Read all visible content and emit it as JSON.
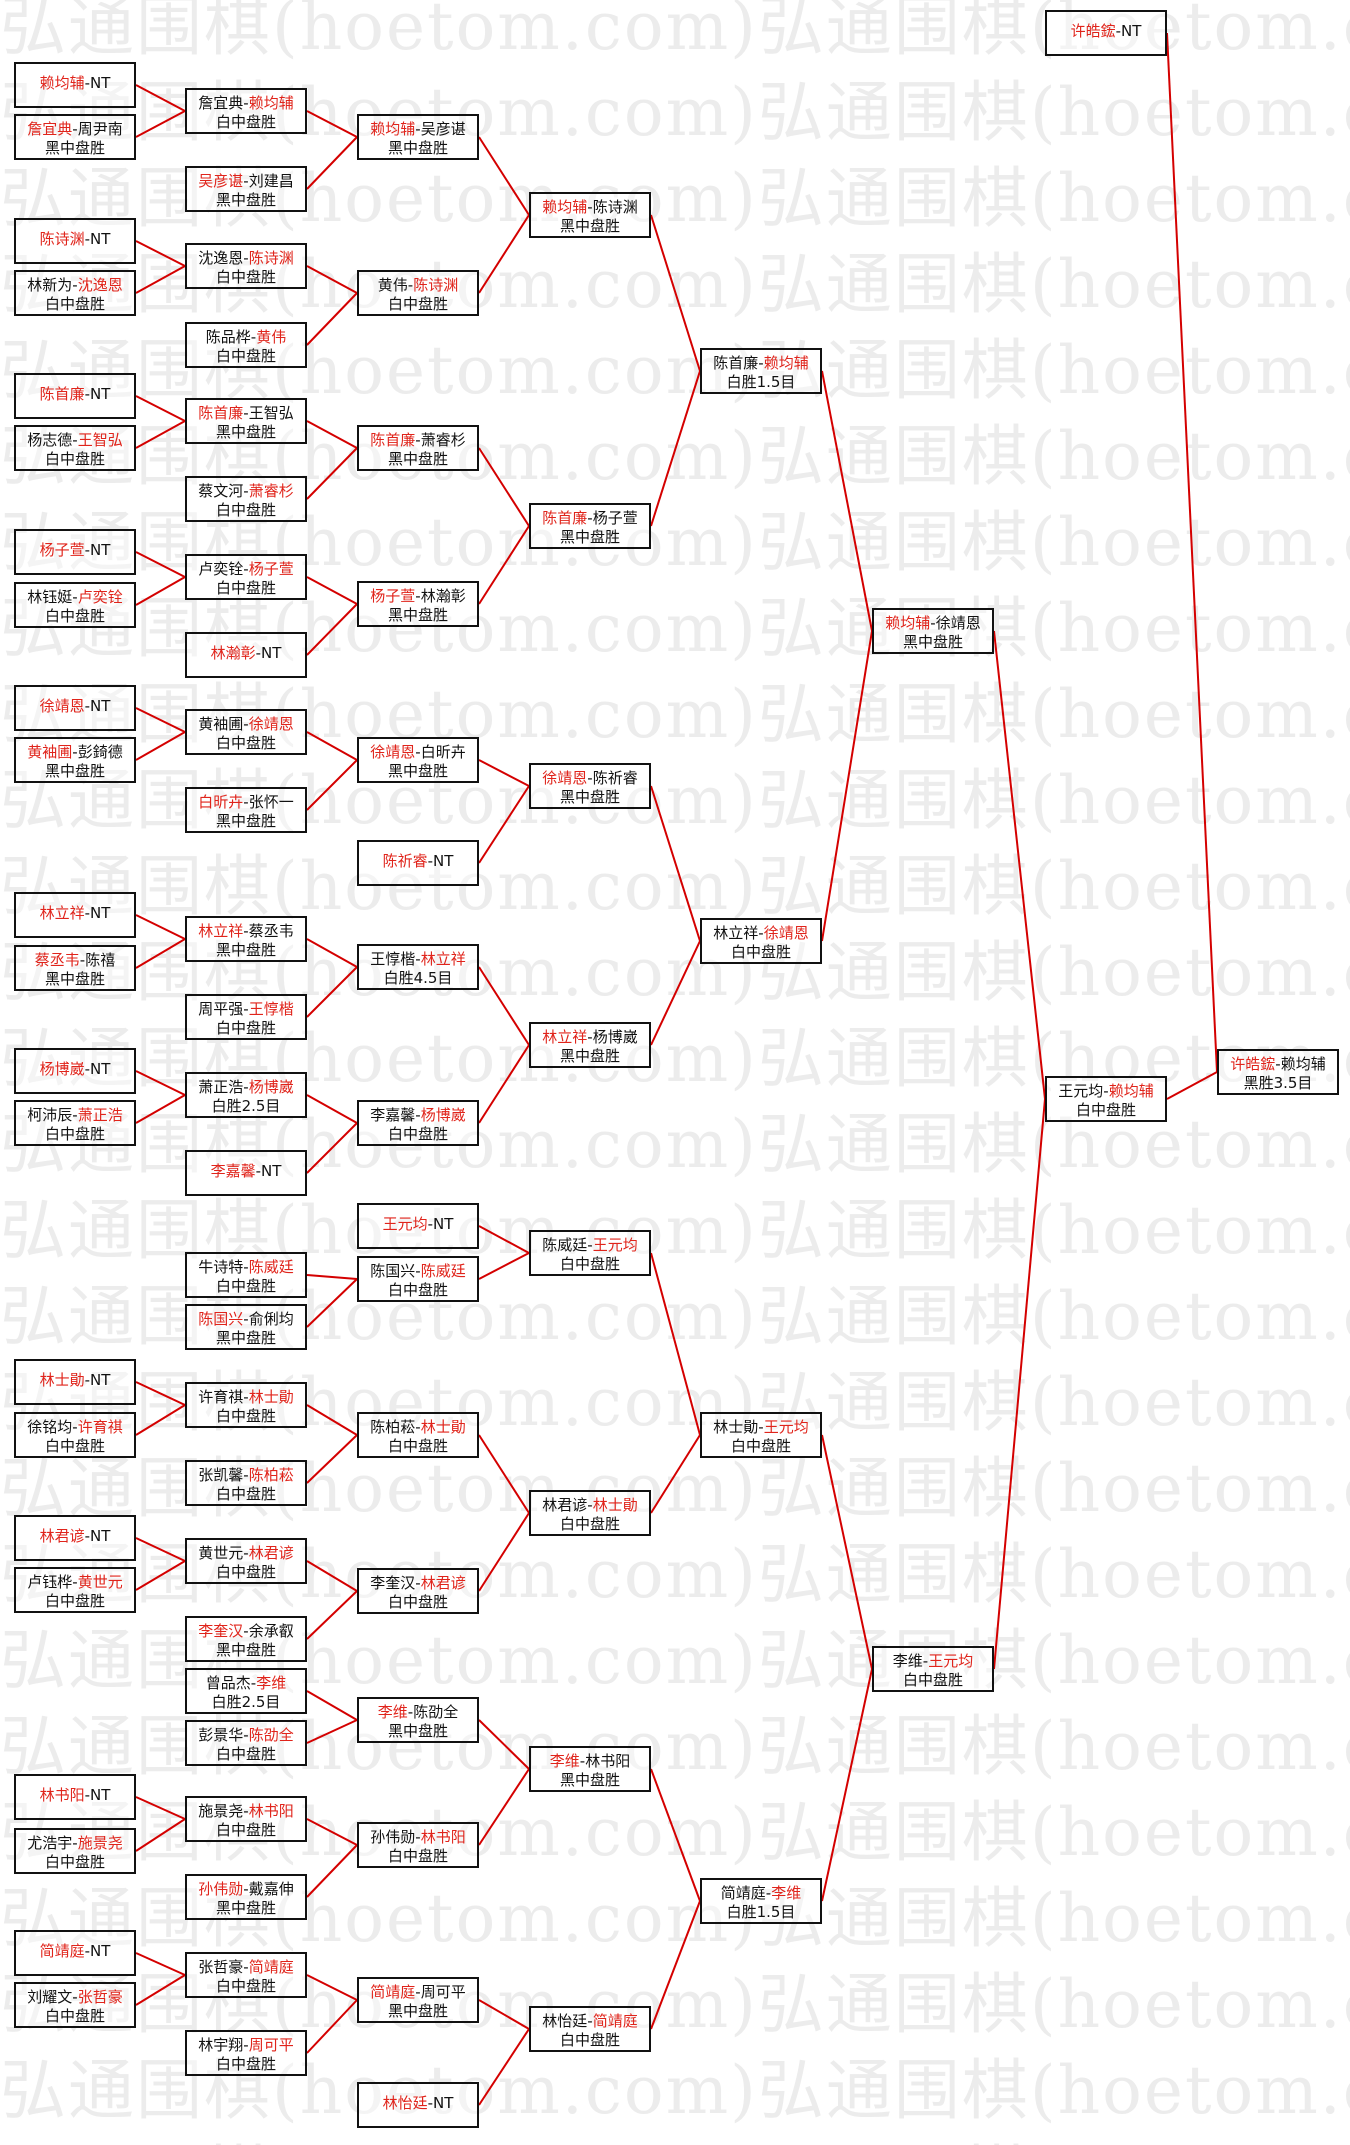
{
  "watermark": "弘通围棋(hoetom.com)弘通围棋(hoetom.com)弘",
  "colors": {
    "winner": "#e0241b",
    "connector": "#d40000",
    "border": "#111111"
  },
  "nodes": [
    {
      "id": "r1_01",
      "p1": "赖均辅",
      "p2": "NT",
      "winner": 1
    },
    {
      "id": "r1_02",
      "p1": "詹宜典",
      "p2": "周尹南",
      "winner": 1,
      "result": "黑中盘胜"
    },
    {
      "id": "r1_03",
      "p1": "陈诗渊",
      "p2": "NT",
      "winner": 1
    },
    {
      "id": "r1_04",
      "p1": "林新为",
      "p2": "沈逸恩",
      "winner": 2,
      "result": "白中盘胜"
    },
    {
      "id": "r1_05",
      "p1": "陈首廉",
      "p2": "NT",
      "winner": 1
    },
    {
      "id": "r1_06",
      "p1": "杨志德",
      "p2": "王智弘",
      "winner": 2,
      "result": "白中盘胜"
    },
    {
      "id": "r1_07",
      "p1": "杨子萱",
      "p2": "NT",
      "winner": 1
    },
    {
      "id": "r1_08",
      "p1": "林钰娗",
      "p2": "卢奕铨",
      "winner": 2,
      "result": "白中盘胜"
    },
    {
      "id": "r1_09",
      "p1": "徐靖恩",
      "p2": "NT",
      "winner": 1
    },
    {
      "id": "r1_10",
      "p1": "黄袖圃",
      "p2": "彭錡德",
      "winner": 1,
      "result": "黑中盘胜"
    },
    {
      "id": "r1_11",
      "p1": "林立祥",
      "p2": "NT",
      "winner": 1
    },
    {
      "id": "r1_12",
      "p1": "蔡丞韦",
      "p2": "陈禧",
      "winner": 1,
      "result": "黑中盘胜"
    },
    {
      "id": "r1_13",
      "p1": "杨博崴",
      "p2": "NT",
      "winner": 1
    },
    {
      "id": "r1_14",
      "p1": "柯沛辰",
      "p2": "萧正浩",
      "winner": 2,
      "result": "白中盘胜"
    },
    {
      "id": "r1_15",
      "p1": "林士勛",
      "p2": "NT",
      "winner": 1
    },
    {
      "id": "r1_16",
      "p1": "徐铭均",
      "p2": "许育祺",
      "winner": 2,
      "result": "白中盘胜"
    },
    {
      "id": "r1_17",
      "p1": "林君谚",
      "p2": "NT",
      "winner": 1
    },
    {
      "id": "r1_18",
      "p1": "卢钰桦",
      "p2": "黄世元",
      "winner": 2,
      "result": "白中盘胜"
    },
    {
      "id": "r1_19",
      "p1": "林书阳",
      "p2": "NT",
      "winner": 1
    },
    {
      "id": "r1_20",
      "p1": "尤浩宇",
      "p2": "施景尧",
      "winner": 2,
      "result": "白中盘胜"
    },
    {
      "id": "r1_21",
      "p1": "简靖庭",
      "p2": "NT",
      "winner": 1
    },
    {
      "id": "r1_22",
      "p1": "刘耀文",
      "p2": "张哲豪",
      "winner": 2,
      "result": "白中盘胜"
    },
    {
      "id": "r2_01",
      "p1": "詹宜典",
      "p2": "赖均辅",
      "winner": 2,
      "result": "白中盘胜"
    },
    {
      "id": "r2_02",
      "p1": "吴彦谌",
      "p2": "刘建昌",
      "winner": 1,
      "result": "黑中盘胜"
    },
    {
      "id": "r2_03",
      "p1": "沈逸恩",
      "p2": "陈诗渊",
      "winner": 2,
      "result": "白中盘胜"
    },
    {
      "id": "r2_04",
      "p1": "陈品桦",
      "p2": "黄伟",
      "winner": 2,
      "result": "白中盘胜"
    },
    {
      "id": "r2_05",
      "p1": "陈首廉",
      "p2": "王智弘",
      "winner": 1,
      "result": "黑中盘胜"
    },
    {
      "id": "r2_06",
      "p1": "蔡文河",
      "p2": "萧睿杉",
      "winner": 2,
      "result": "白中盘胜"
    },
    {
      "id": "r2_07",
      "p1": "卢奕铨",
      "p2": "杨子萱",
      "winner": 2,
      "result": "白中盘胜"
    },
    {
      "id": "r2_08",
      "p1": "林瀚彰",
      "p2": "NT",
      "winner": 1
    },
    {
      "id": "r2_09",
      "p1": "黄袖圃",
      "p2": "徐靖恩",
      "winner": 2,
      "result": "白中盘胜"
    },
    {
      "id": "r2_10",
      "p1": "白昕卉",
      "p2": "张怀一",
      "winner": 1,
      "result": "黑中盘胜"
    },
    {
      "id": "r2_11",
      "p1": "林立祥",
      "p2": "蔡丞韦",
      "winner": 1,
      "result": "黑中盘胜"
    },
    {
      "id": "r2_12",
      "p1": "周平强",
      "p2": "王惇楷",
      "winner": 2,
      "result": "白中盘胜"
    },
    {
      "id": "r2_13",
      "p1": "萧正浩",
      "p2": "杨博崴",
      "winner": 2,
      "result": "白胜2.5目"
    },
    {
      "id": "r2_14",
      "p1": "李嘉馨",
      "p2": "NT",
      "winner": 1
    },
    {
      "id": "r2_15",
      "p1": "牛诗特",
      "p2": "陈威廷",
      "winner": 2,
      "result": "白中盘胜"
    },
    {
      "id": "r2_16",
      "p1": "陈国兴",
      "p2": "俞俐均",
      "winner": 1,
      "result": "黑中盘胜"
    },
    {
      "id": "r2_17",
      "p1": "许育祺",
      "p2": "林士勛",
      "winner": 2,
      "result": "白中盘胜"
    },
    {
      "id": "r2_18",
      "p1": "张凯馨",
      "p2": "陈柏菘",
      "winner": 2,
      "result": "白中盘胜"
    },
    {
      "id": "r2_19",
      "p1": "黄世元",
      "p2": "林君谚",
      "winner": 2,
      "result": "白中盘胜"
    },
    {
      "id": "r2_20",
      "p1": "李奎汉",
      "p2": "余承叡",
      "winner": 1,
      "result": "黑中盘胜"
    },
    {
      "id": "r2_21",
      "p1": "曾品杰",
      "p2": "李维",
      "winner": 2,
      "result": "白胜2.5目"
    },
    {
      "id": "r2_22",
      "p1": "彭景华",
      "p2": "陈劭全",
      "winner": 2,
      "result": "白中盘胜"
    },
    {
      "id": "r2_23",
      "p1": "施景尧",
      "p2": "林书阳",
      "winner": 2,
      "result": "白中盘胜"
    },
    {
      "id": "r2_24",
      "p1": "孙伟勋",
      "p2": "戴嘉伸",
      "winner": 1,
      "result": "黑中盘胜"
    },
    {
      "id": "r2_25",
      "p1": "张哲豪",
      "p2": "简靖庭",
      "winner": 2,
      "result": "白中盘胜"
    },
    {
      "id": "r2_26",
      "p1": "林宇翔",
      "p2": "周可平",
      "winner": 2,
      "result": "白中盘胜"
    },
    {
      "id": "r3_01",
      "p1": "赖均辅",
      "p2": "吴彦谌",
      "winner": 1,
      "result": "黑中盘胜"
    },
    {
      "id": "r3_02",
      "p1": "黄伟",
      "p2": "陈诗渊",
      "winner": 2,
      "result": "白中盘胜"
    },
    {
      "id": "r3_03",
      "p1": "陈首廉",
      "p2": "萧睿杉",
      "winner": 1,
      "result": "黑中盘胜"
    },
    {
      "id": "r3_04",
      "p1": "杨子萱",
      "p2": "林瀚彰",
      "winner": 1,
      "result": "黑中盘胜"
    },
    {
      "id": "r3_05",
      "p1": "徐靖恩",
      "p2": "白昕卉",
      "winner": 1,
      "result": "黑中盘胜"
    },
    {
      "id": "r3_06",
      "p1": "陈祈睿",
      "p2": "NT",
      "winner": 1
    },
    {
      "id": "r3_07",
      "p1": "王惇楷",
      "p2": "林立祥",
      "winner": 2,
      "result": "白胜4.5目"
    },
    {
      "id": "r3_08",
      "p1": "李嘉馨",
      "p2": "杨博崴",
      "winner": 2,
      "result": "白中盘胜"
    },
    {
      "id": "r3_09",
      "p1": "王元均",
      "p2": "NT",
      "winner": 1
    },
    {
      "id": "r3_10",
      "p1": "陈国兴",
      "p2": "陈威廷",
      "winner": 2,
      "result": "白中盘胜"
    },
    {
      "id": "r3_11",
      "p1": "陈柏菘",
      "p2": "林士勛",
      "winner": 2,
      "result": "白中盘胜"
    },
    {
      "id": "r3_12",
      "p1": "李奎汉",
      "p2": "林君谚",
      "winner": 2,
      "result": "白中盘胜"
    },
    {
      "id": "r3_13",
      "p1": "李维",
      "p2": "陈劭全",
      "winner": 1,
      "result": "黑中盘胜"
    },
    {
      "id": "r3_14",
      "p1": "孙伟勋",
      "p2": "林书阳",
      "winner": 2,
      "result": "白中盘胜"
    },
    {
      "id": "r3_15",
      "p1": "简靖庭",
      "p2": "周可平",
      "winner": 1,
      "result": "黑中盘胜"
    },
    {
      "id": "r3_16",
      "p1": "林怡廷",
      "p2": "NT",
      "winner": 1
    },
    {
      "id": "r4_01",
      "p1": "赖均辅",
      "p2": "陈诗渊",
      "winner": 1,
      "result": "黑中盘胜"
    },
    {
      "id": "r4_02",
      "p1": "陈首廉",
      "p2": "杨子萱",
      "winner": 1,
      "result": "黑中盘胜"
    },
    {
      "id": "r4_03",
      "p1": "徐靖恩",
      "p2": "陈祈睿",
      "winner": 1,
      "result": "黑中盘胜"
    },
    {
      "id": "r4_04",
      "p1": "林立祥",
      "p2": "杨博崴",
      "winner": 1,
      "result": "黑中盘胜"
    },
    {
      "id": "r4_05",
      "p1": "陈威廷",
      "p2": "王元均",
      "winner": 2,
      "result": "白中盘胜"
    },
    {
      "id": "r4_06",
      "p1": "林君谚",
      "p2": "林士勛",
      "winner": 2,
      "result": "白中盘胜"
    },
    {
      "id": "r4_07",
      "p1": "李维",
      "p2": "林书阳",
      "winner": 1,
      "result": "黑中盘胜"
    },
    {
      "id": "r4_08",
      "p1": "林怡廷",
      "p2": "简靖庭",
      "winner": 2,
      "result": "白中盘胜"
    },
    {
      "id": "r5_01",
      "p1": "陈首廉",
      "p2": "赖均辅",
      "winner": 2,
      "result": "白胜1.5目"
    },
    {
      "id": "r5_02",
      "p1": "林立祥",
      "p2": "徐靖恩",
      "winner": 2,
      "result": "白中盘胜"
    },
    {
      "id": "r5_03",
      "p1": "林士勛",
      "p2": "王元均",
      "winner": 2,
      "result": "白中盘胜"
    },
    {
      "id": "r5_04",
      "p1": "简靖庭",
      "p2": "李维",
      "winner": 2,
      "result": "白胜1.5目"
    },
    {
      "id": "r6_01",
      "p1": "赖均辅",
      "p2": "徐靖恩",
      "winner": 1,
      "result": "黑中盘胜"
    },
    {
      "id": "r6_02",
      "p1": "李维",
      "p2": "王元均",
      "winner": 2,
      "result": "白中盘胜"
    },
    {
      "id": "r7_01",
      "p1": "王元均",
      "p2": "赖均辅",
      "winner": 2,
      "result": "白中盘胜"
    },
    {
      "id": "r8_top",
      "p1": "许皓鋐",
      "p2": "NT",
      "winner": 1
    },
    {
      "id": "final",
      "p1": "许皓鋐",
      "p2": "赖均辅",
      "winner": 1,
      "result": "黑胜3.5目"
    }
  ],
  "edges": [
    [
      "r1_01",
      "r2_01"
    ],
    [
      "r1_02",
      "r2_01"
    ],
    [
      "r1_03",
      "r2_03"
    ],
    [
      "r1_04",
      "r2_03"
    ],
    [
      "r1_05",
      "r2_05"
    ],
    [
      "r1_06",
      "r2_05"
    ],
    [
      "r1_07",
      "r2_07"
    ],
    [
      "r1_08",
      "r2_07"
    ],
    [
      "r1_09",
      "r2_09"
    ],
    [
      "r1_10",
      "r2_09"
    ],
    [
      "r1_11",
      "r2_11"
    ],
    [
      "r1_12",
      "r2_11"
    ],
    [
      "r1_13",
      "r2_13"
    ],
    [
      "r1_14",
      "r2_13"
    ],
    [
      "r1_15",
      "r2_17"
    ],
    [
      "r1_16",
      "r2_17"
    ],
    [
      "r1_17",
      "r2_19"
    ],
    [
      "r1_18",
      "r2_19"
    ],
    [
      "r1_19",
      "r2_23"
    ],
    [
      "r1_20",
      "r2_23"
    ],
    [
      "r1_21",
      "r2_25"
    ],
    [
      "r1_22",
      "r2_25"
    ],
    [
      "r2_01",
      "r3_01"
    ],
    [
      "r2_02",
      "r3_01"
    ],
    [
      "r2_03",
      "r3_02"
    ],
    [
      "r2_04",
      "r3_02"
    ],
    [
      "r2_05",
      "r3_03"
    ],
    [
      "r2_06",
      "r3_03"
    ],
    [
      "r2_07",
      "r3_04"
    ],
    [
      "r2_08",
      "r3_04"
    ],
    [
      "r2_09",
      "r3_05"
    ],
    [
      "r2_10",
      "r3_05"
    ],
    [
      "r2_11",
      "r3_07"
    ],
    [
      "r2_12",
      "r3_07"
    ],
    [
      "r2_13",
      "r3_08"
    ],
    [
      "r2_14",
      "r3_08"
    ],
    [
      "r2_15",
      "r3_10"
    ],
    [
      "r2_16",
      "r3_10"
    ],
    [
      "r2_17",
      "r3_11"
    ],
    [
      "r2_18",
      "r3_11"
    ],
    [
      "r2_19",
      "r3_12"
    ],
    [
      "r2_20",
      "r3_12"
    ],
    [
      "r2_21",
      "r3_13"
    ],
    [
      "r2_22",
      "r3_13"
    ],
    [
      "r2_23",
      "r3_14"
    ],
    [
      "r2_24",
      "r3_14"
    ],
    [
      "r2_25",
      "r3_15"
    ],
    [
      "r2_26",
      "r3_15"
    ],
    [
      "r3_01",
      "r4_01"
    ],
    [
      "r3_02",
      "r4_01"
    ],
    [
      "r3_03",
      "r4_02"
    ],
    [
      "r3_04",
      "r4_02"
    ],
    [
      "r3_05",
      "r4_03"
    ],
    [
      "r3_06",
      "r4_03"
    ],
    [
      "r3_07",
      "r4_04"
    ],
    [
      "r3_08",
      "r4_04"
    ],
    [
      "r3_09",
      "r4_05"
    ],
    [
      "r3_10",
      "r4_05"
    ],
    [
      "r3_11",
      "r4_06"
    ],
    [
      "r3_12",
      "r4_06"
    ],
    [
      "r3_13",
      "r4_07"
    ],
    [
      "r3_14",
      "r4_07"
    ],
    [
      "r3_15",
      "r4_08"
    ],
    [
      "r3_16",
      "r4_08"
    ],
    [
      "r4_01",
      "r5_01"
    ],
    [
      "r4_02",
      "r5_01"
    ],
    [
      "r4_03",
      "r5_02"
    ],
    [
      "r4_04",
      "r5_02"
    ],
    [
      "r4_05",
      "r5_03"
    ],
    [
      "r4_06",
      "r5_03"
    ],
    [
      "r4_07",
      "r5_04"
    ],
    [
      "r4_08",
      "r5_04"
    ],
    [
      "r5_01",
      "r6_01"
    ],
    [
      "r5_02",
      "r6_01"
    ],
    [
      "r5_03",
      "r6_02"
    ],
    [
      "r5_04",
      "r6_02"
    ],
    [
      "r6_01",
      "r7_01"
    ],
    [
      "r6_02",
      "r7_01"
    ],
    [
      "r7_01",
      "final"
    ],
    [
      "r8_top",
      "final"
    ]
  ]
}
